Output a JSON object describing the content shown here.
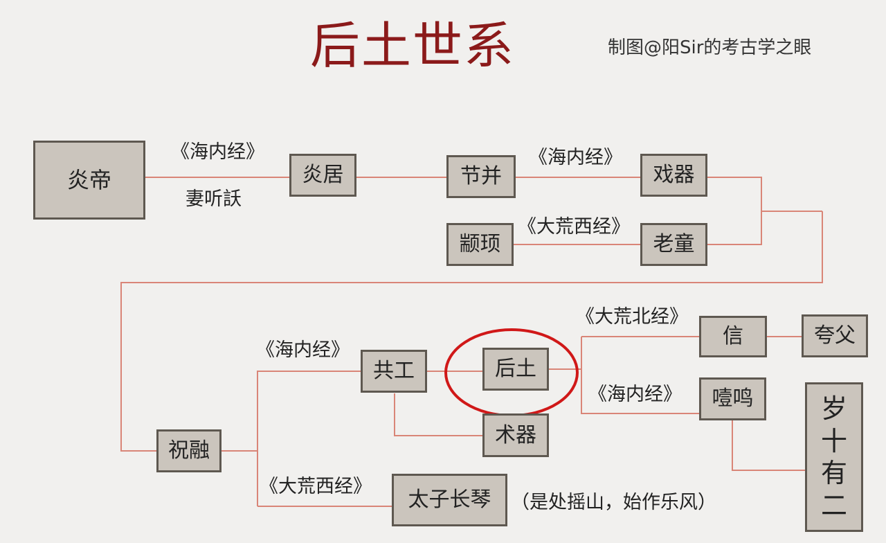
{
  "header": {
    "title": "后土世系",
    "credit": "制图@阳Sir的考古学之眼"
  },
  "nodes": {
    "yandi": "炎帝",
    "yanju": "炎居",
    "jiebing": "节并",
    "xiqi": "戏器",
    "zhuanxu": "颛顼",
    "laotong": "老童",
    "zhurong": "祝融",
    "gonggong": "共工",
    "houtu": "后土",
    "shuqi": "术器",
    "taizichangqin": "太子长琴",
    "xin": "信",
    "kuafu": "夸父",
    "yeming": "噎鸣",
    "suishiyouer": [
      "岁",
      "十",
      "有",
      "二"
    ]
  },
  "labels": {
    "hainei_1": "《海内经》",
    "tingyao": "妻听訞",
    "hainei_2": "《海内经》",
    "dahuangxi_1": "《大荒西经》",
    "hainei_3": "《海内经》",
    "dahuangxi_2": "《大荒西经》",
    "dahuangbei": "《大荒北经》",
    "hainei_4": "《海内经》",
    "changqin_note": "（是处摇山，始作乐风）"
  },
  "colors": {
    "line": "#d98577",
    "highlight_circle": "#d01818",
    "title": "#8b1a1a",
    "box_fill": "#cbc5bd",
    "box_border": "#5e5850"
  }
}
